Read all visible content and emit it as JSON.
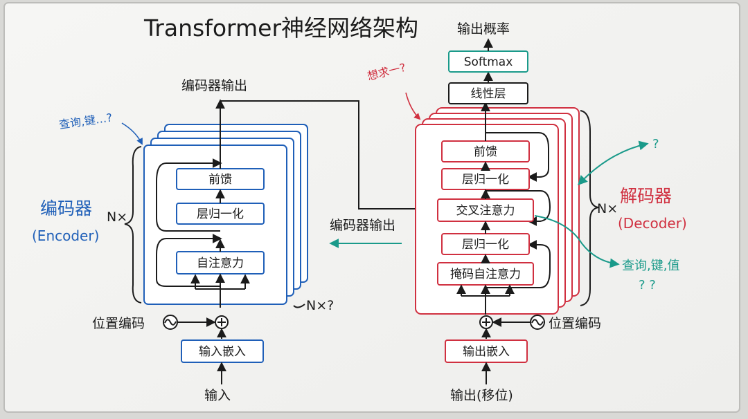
{
  "title": "Transformer神经网络架构",
  "encoder": {
    "name": "编码器",
    "name_en": "(Encoder)",
    "repeat": "N×",
    "repeat_note": "N×?",
    "note": "查询,键…?",
    "output_label": "编码器输出",
    "blocks": {
      "feed_forward": "前馈",
      "layer_norm": "层归一化",
      "self_attention": "自注意力"
    },
    "input_embedding": "输入嵌入",
    "input": "输入",
    "positional_encoding": "位置编码"
  },
  "decoder": {
    "name": "解码器",
    "name_en": "(Decoder)",
    "repeat": "N×",
    "note": "想求一?",
    "right_note": "?",
    "blocks": {
      "feed_forward": "前馈",
      "layer_norm_top": "层归一化",
      "cross_attention": "交叉注意力",
      "layer_norm_mid": "层归一化",
      "masked_attention": "掩码自注意力"
    },
    "output_embedding": "输出嵌入",
    "output": "输出(移位)",
    "positional_encoding": "位置编码",
    "linear": "线性层",
    "softmax": "Softmax",
    "probabilities": "输出概率"
  },
  "middle_output_label": "编码器输出",
  "cross_note": {
    "line1": "查询,键,值",
    "line2": "?   ?"
  },
  "colors": {
    "encoder": "#1f5fb8",
    "decoder": "#d03040",
    "accent": "#1a9a8a",
    "ink": "#1b1b1b"
  },
  "icons": [
    "sine-wave-icon",
    "plus-circle-icon",
    "arrow-icon"
  ]
}
